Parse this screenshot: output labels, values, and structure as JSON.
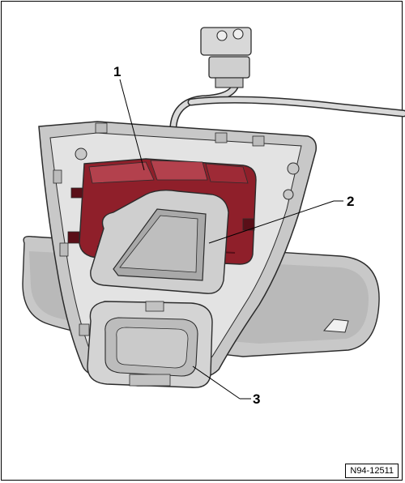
{
  "callouts": [
    {
      "label": "1"
    },
    {
      "label": "2"
    },
    {
      "label": "3"
    }
  ],
  "figure_ref": "N94-12511",
  "colors": {
    "housing": "#c8c8c8",
    "housing_shadow": "#9a9a9a",
    "housing_light": "#e6e6e6",
    "module": "#8f1f2a",
    "module_dark": "#5a0f18",
    "module_light": "#b3414d",
    "outline": "#2b2b2b",
    "cable": "#d9d9d9"
  }
}
